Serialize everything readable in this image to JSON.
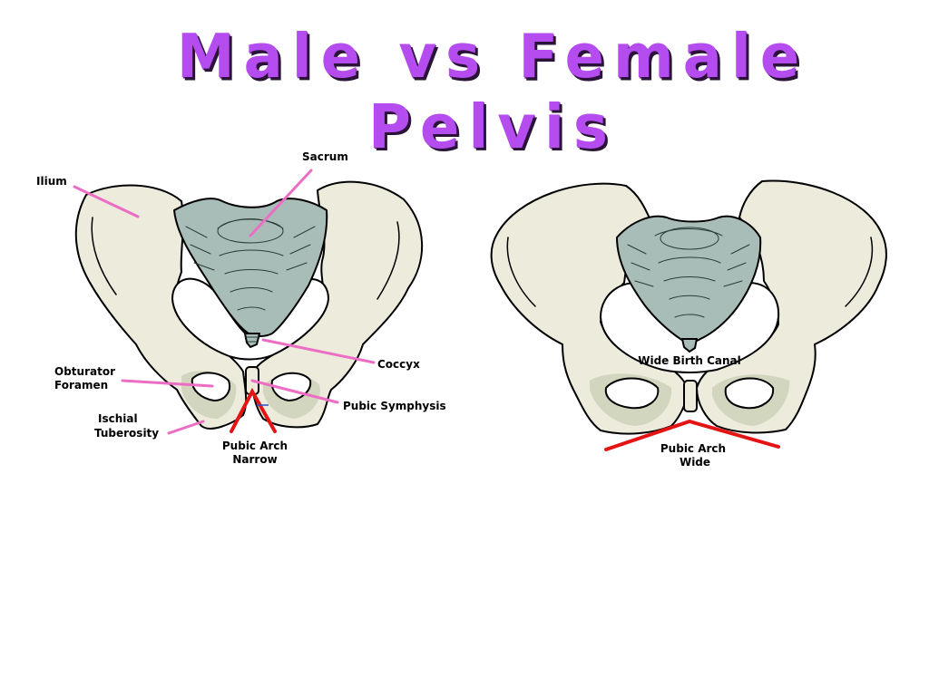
{
  "title": "Male vs Female Pelvis",
  "male": {
    "labels": {
      "ilium": "Ilium",
      "sacrum": "Sacrum",
      "coccyx": "Coccyx",
      "obturator_line1": "Obturator",
      "obturator_line2": "Foramen",
      "ischial_line1": "Ischial",
      "ischial_line2": "Tuberosity",
      "pubic_symphysis": "Pubic Symphysis",
      "arch_line1": "Pubic Arch",
      "arch_line2": "Narrow"
    }
  },
  "female": {
    "labels": {
      "birth_canal": "Wide Birth Canal",
      "arch_line1": "Pubic Arch",
      "arch_line2": "Wide"
    }
  },
  "colors": {
    "title": "#b44cf0",
    "bone": "#ecebdc",
    "sacrum": "#a9bdb8",
    "leader_lines": "#ec6ec4",
    "pubic_arch": "#e41414"
  }
}
